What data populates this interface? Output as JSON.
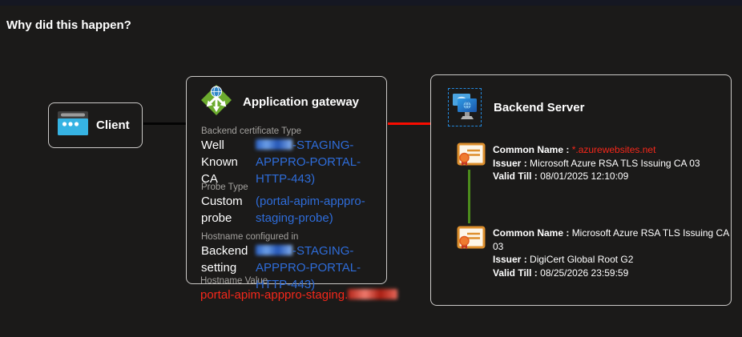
{
  "page": {
    "title": "Why did this happen?"
  },
  "colors": {
    "background": "#1b1a19",
    "box_border": "#cbc9c7",
    "link_blue": "#2e6cd9",
    "error_red": "#f5271a",
    "red_connector": "#f90c00",
    "black_connector": "#040404",
    "green_chain": "#4c8c1c",
    "label_gray": "#a3a19e"
  },
  "icons": {
    "client": "browser-icon",
    "gateway": "application-gateway-icon",
    "backend": "backend-server-icon",
    "certificate": "certificate-icon"
  },
  "client": {
    "label": "Client"
  },
  "gateway": {
    "title": "Application gateway",
    "sections": [
      {
        "label": "Backend certificate Type",
        "value": "Well Known CA",
        "link_pre": "",
        "link_post": "-STAGING-APPPRO-PORTAL-HTTP-443)",
        "redacted": true
      },
      {
        "label": "Probe Type",
        "value": "Custom probe",
        "link_pre": "(portal-apim-apppro-staging-probe)",
        "link_post": "",
        "redacted": false
      },
      {
        "label": "Hostname configured in",
        "value": "Backend setting",
        "link_pre": "",
        "link_post": "-STAGING-APPPRO-PORTAL-HTTP-443)",
        "redacted": true
      }
    ],
    "hostname_value": {
      "label": "Hostname Value",
      "value": "portal-apim-apppro-staging.",
      "redacted_suffix": true
    }
  },
  "backend": {
    "title": "Backend Server",
    "labels": {
      "common_name": "Common Name :",
      "issuer": "Issuer :",
      "valid_till": "Valid Till :"
    },
    "certificates": [
      {
        "common_name": "*.azurewebsites.net",
        "common_name_is_error": true,
        "issuer": "Microsoft Azure RSA TLS Issuing CA 03",
        "valid_till": "08/01/2025 12:10:09"
      },
      {
        "common_name": "Microsoft Azure RSA TLS Issuing CA 03",
        "common_name_is_error": false,
        "issuer": "DigiCert Global Root G2",
        "valid_till": "08/25/2026 23:59:59"
      }
    ]
  }
}
